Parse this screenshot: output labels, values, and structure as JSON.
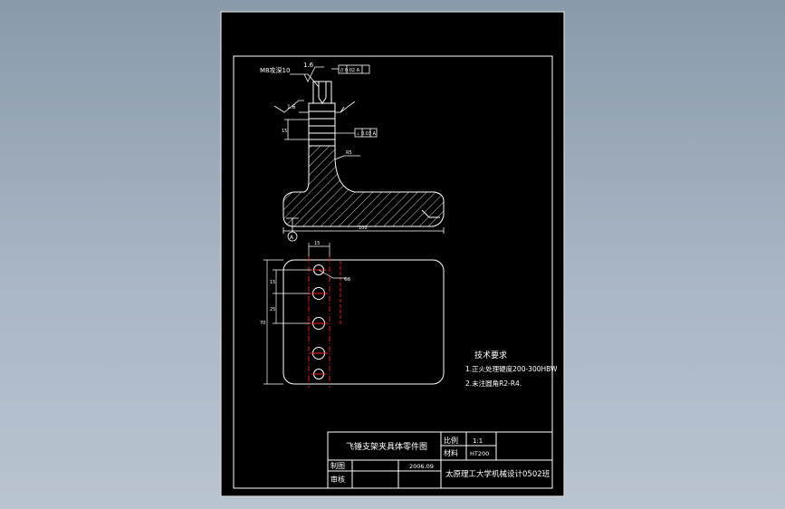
{
  "drawing": {
    "dims": {
      "thread_note": "M8攻深10",
      "rough_top": "1.6",
      "tol_top": "// 0.02 A",
      "rough_side": "1.6",
      "tol_mid": "⊥ 0.03 A",
      "radius": "R5",
      "length": "100",
      "datum": "A",
      "dim_top": "15",
      "dim_hole": "Φ8",
      "dim_left_a": "15",
      "dim_left_b": "25",
      "dim_height": "70"
    },
    "tech_req": {
      "title": "技术要求",
      "line1": "1.正火处理硬度200-300HBW",
      "line2": "2.未注圆角R2-R4."
    }
  },
  "title_block": {
    "part_name": "飞锤支架夹具体零件图",
    "scale_label": "比例",
    "scale_value": "1:1",
    "material_label": "材料",
    "material_value": "HT200",
    "draw_label": "制图",
    "check_label": "审核",
    "date": "2006.09",
    "org": "太原理工大学机械设计0502班"
  },
  "colors": {
    "sheet": "#000000",
    "line": "#ffffff",
    "center": "#ff2020",
    "dim": "#ffffff"
  }
}
